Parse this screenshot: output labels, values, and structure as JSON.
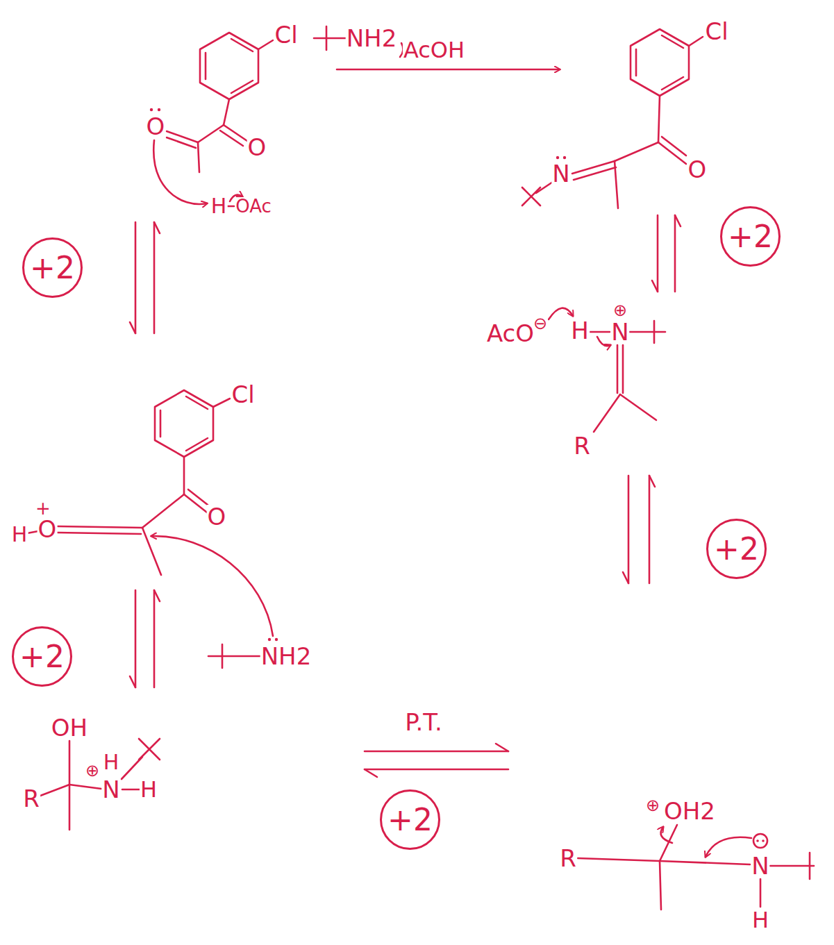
{
  "diagram": {
    "nodes": [
      {
        "text": [
          "+2"
        ]
      },
      {
        "text": [
          "+2"
        ]
      },
      {
        "text": [
          "+2"
        ]
      },
      {
        "text": [
          "+2"
        ]
      },
      {
        "text": [
          "+2"
        ]
      }
    ],
    "labels": [
      "Cl",
      "O",
      "O",
      "H",
      "OAc",
      "NH2",
      "AcOH",
      "Cl",
      "N",
      "O",
      "AcO",
      "⊖",
      "H",
      "⊕",
      "N",
      "R",
      "Cl",
      "+",
      "H",
      "O",
      "O",
      "NH2",
      "OH",
      "R",
      "⊕",
      "H",
      "N",
      "H",
      "P.T.",
      "⊕",
      "OH2",
      "R",
      "N",
      "H"
    ]
  }
}
